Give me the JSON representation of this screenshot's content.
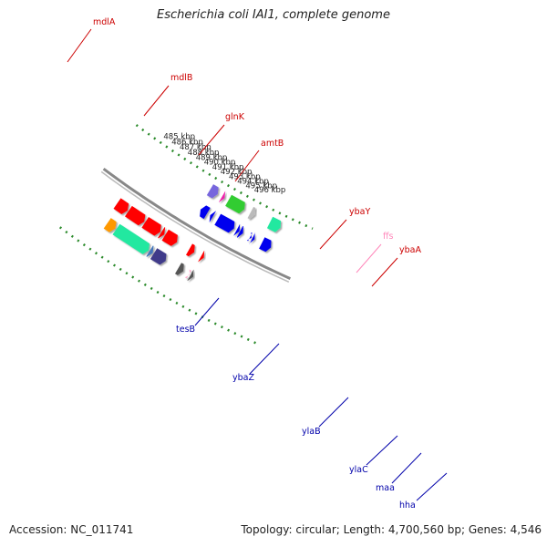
{
  "title": "Escherichia coli IAI1, complete genome",
  "footer": {
    "accession": "Accession: NC_011741",
    "summary": "Topology: circular; Length: 4,700,560 bp; Genes: 4,546"
  },
  "ticks": [
    "485 kbp",
    "486 kbp",
    "487 kbp",
    "488 kbp",
    "489 kbp",
    "490 kbp",
    "491 kbp",
    "492 kbp",
    "493 kbp",
    "494 kbp",
    "495 kbp",
    "496 kbp"
  ],
  "genes": [
    {
      "name": "mdlA",
      "label_color": "#cc0000"
    },
    {
      "name": "mdlB",
      "label_color": "#cc0000"
    },
    {
      "name": "glnK",
      "label_color": "#cc0000"
    },
    {
      "name": "amtB",
      "label_color": "#cc0000"
    },
    {
      "name": "ybaY",
      "label_color": "#cc0000"
    },
    {
      "name": "ffs",
      "label_color": "#ff88bb"
    },
    {
      "name": "ybaA",
      "label_color": "#cc0000"
    },
    {
      "name": "tesB",
      "label_color": "#0000aa"
    },
    {
      "name": "ybaZ",
      "label_color": "#0000aa"
    },
    {
      "name": "ylaB",
      "label_color": "#0000aa"
    },
    {
      "name": "ylaC",
      "label_color": "#0000aa"
    },
    {
      "name": "maa",
      "label_color": "#0000aa"
    },
    {
      "name": "hha",
      "label_color": "#0000aa"
    }
  ],
  "colors": {
    "backbone": "#888888",
    "tick_dots": "#2a8a2a",
    "forward_cds": "#ff0000",
    "reverse_cds": "#0000ee",
    "teal_feature": "#22e8a0",
    "orange_feature": "#ff9900",
    "purple_feature": "#3f3a8a",
    "lilac_feature": "#7766dd",
    "blue_feature": "#4477bb",
    "grey_feature": "#555555",
    "green_feature": "#33cc33",
    "magenta_feature": "#ee22aa",
    "pink_feature": "#ffaacc",
    "light_grey_feature": "#bbbbbb"
  }
}
